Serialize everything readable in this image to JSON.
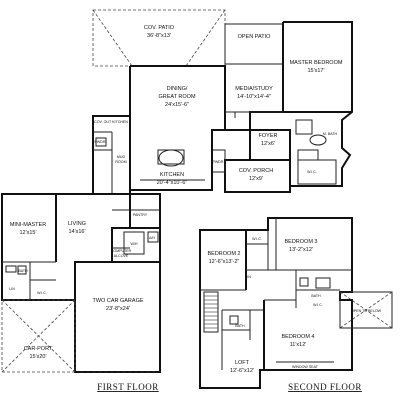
{
  "first_floor": {
    "title": "FIRST FLOOR",
    "rooms": {
      "cov_patio": {
        "name": "COV. PATIO",
        "dim": "36'-8\"x13'"
      },
      "open_patio": {
        "name": "OPEN PATIO"
      },
      "master_bedroom": {
        "name": "MASTER BEDROOM",
        "dim": "15'x17'"
      },
      "dining_great": {
        "name": "DINING/",
        "name2": "GREAT ROOM",
        "dim": "24'x15'-6\""
      },
      "media_study": {
        "name": "MEDIA/STUDY",
        "dim": "14'-10\"x14'-4\""
      },
      "foyer": {
        "name": "FOYER",
        "dim": "12'x6'"
      },
      "m_bath": {
        "name": "M. BATH"
      },
      "wic_master": {
        "name": "W.I.C."
      },
      "cov_porch": {
        "name": "COV. PORCH",
        "dim": "12'x9'"
      },
      "kitchen": {
        "name": "KITCHEN",
        "dim": "20'-4\"x10'-6\""
      },
      "pwdr": {
        "name": "PWDR"
      },
      "cov_out_kitchen": {
        "name": "COV. OUT KITCHEN"
      },
      "mud_room": {
        "name": "MUD",
        "name2": "ROOM"
      },
      "pantry": {
        "name": "PANTRY"
      },
      "mini_master": {
        "name": "MINI-MASTER",
        "dim": "12'x15'"
      },
      "living": {
        "name": "LIVING",
        "dim": "14'x16'"
      },
      "computer_alcove": {
        "name": "COMPUTER",
        "name2": "ALCOVE"
      },
      "bath": {
        "name": "BATH"
      },
      "lin": {
        "name": "LIN"
      },
      "wic_mini": {
        "name": "W.I.C."
      },
      "garage": {
        "name": "TWO CAR GARAGE",
        "dim": "23'-8\"x24'"
      },
      "car_port": {
        "name": "CAR-PORT",
        "dim": "15'x20'"
      },
      "ah": {
        "name": "A/H"
      },
      "wh": {
        "name": "W/H"
      }
    }
  },
  "second_floor": {
    "title": "SECOND FLOOR",
    "rooms": {
      "bedroom2": {
        "name": "BEDROOM 2",
        "dim": "12'-6\"x13'-2\""
      },
      "bedroom3": {
        "name": "BEDROOM 3",
        "dim": "13'-2\"x12'"
      },
      "bedroom4": {
        "name": "BEDROOM 4",
        "dim": "11'x12'"
      },
      "loft": {
        "name": "LOFT",
        "dim": "12'-6\"x12'"
      },
      "open_to_below": {
        "name": "OPEN TO BELOW"
      },
      "bath_a": {
        "name": "BATH"
      },
      "bath_b": {
        "name": "BATH"
      },
      "wic_a": {
        "name": "W.I.C."
      },
      "wic_b": {
        "name": "W.I.C."
      },
      "lin_a": {
        "name": "LIN"
      },
      "window_seat": {
        "name": "WINDOW SEAT"
      }
    }
  }
}
